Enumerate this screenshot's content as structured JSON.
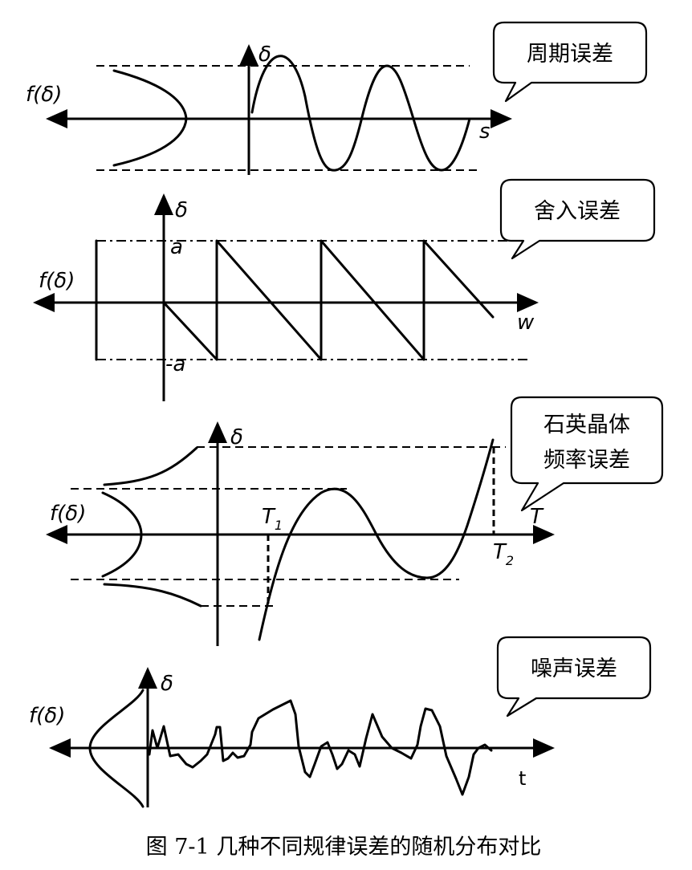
{
  "caption": "图 7-1  几种不同规律误差的随机分布对比",
  "panels": [
    {
      "id": "periodic",
      "bubble": [
        "周期误差"
      ],
      "fdelta": "f(δ)",
      "delta": "δ",
      "axis": "s"
    },
    {
      "id": "rounding",
      "bubble": [
        "舍入误差"
      ],
      "fdelta": "f(δ)",
      "delta": "δ",
      "axis": "w",
      "a_pos": "a",
      "a_neg": "-a"
    },
    {
      "id": "quartz",
      "bubble": [
        "石英晶体",
        "频率误差"
      ],
      "fdelta": "f(δ)",
      "delta": "δ",
      "axis": "T",
      "t1": "T",
      "t1_sub": "1",
      "t2": "T",
      "t2_sub": "2"
    },
    {
      "id": "noise",
      "bubble": [
        "噪声误差"
      ],
      "fdelta": "f(δ)",
      "delta": "δ",
      "axis": "t"
    }
  ]
}
